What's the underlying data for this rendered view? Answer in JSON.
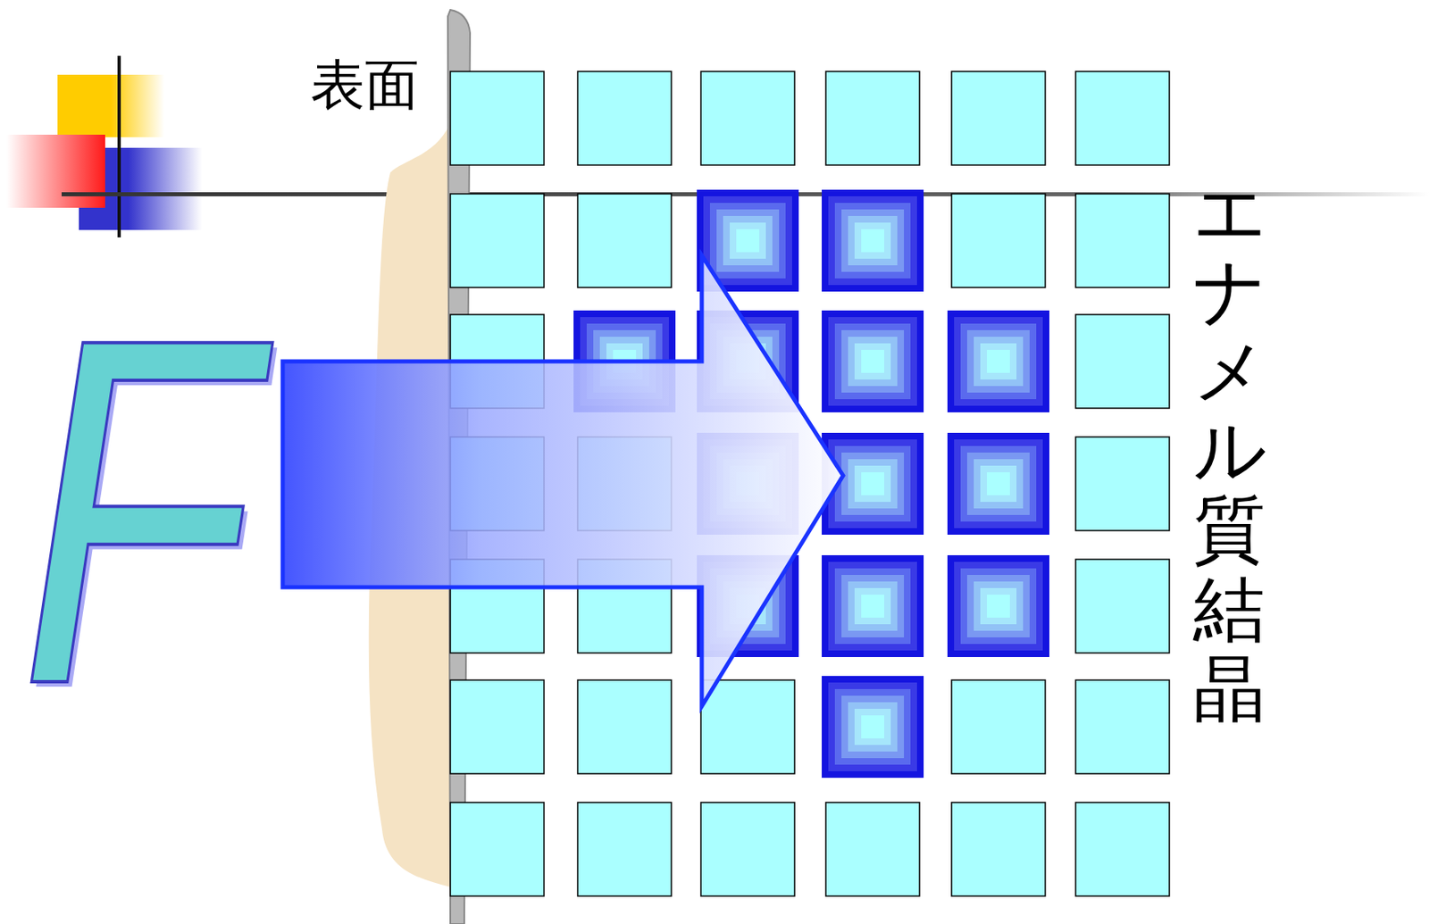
{
  "diagram": {
    "labels": [
      "表面",
      "F",
      "エナメル質結晶"
    ]
  }
}
